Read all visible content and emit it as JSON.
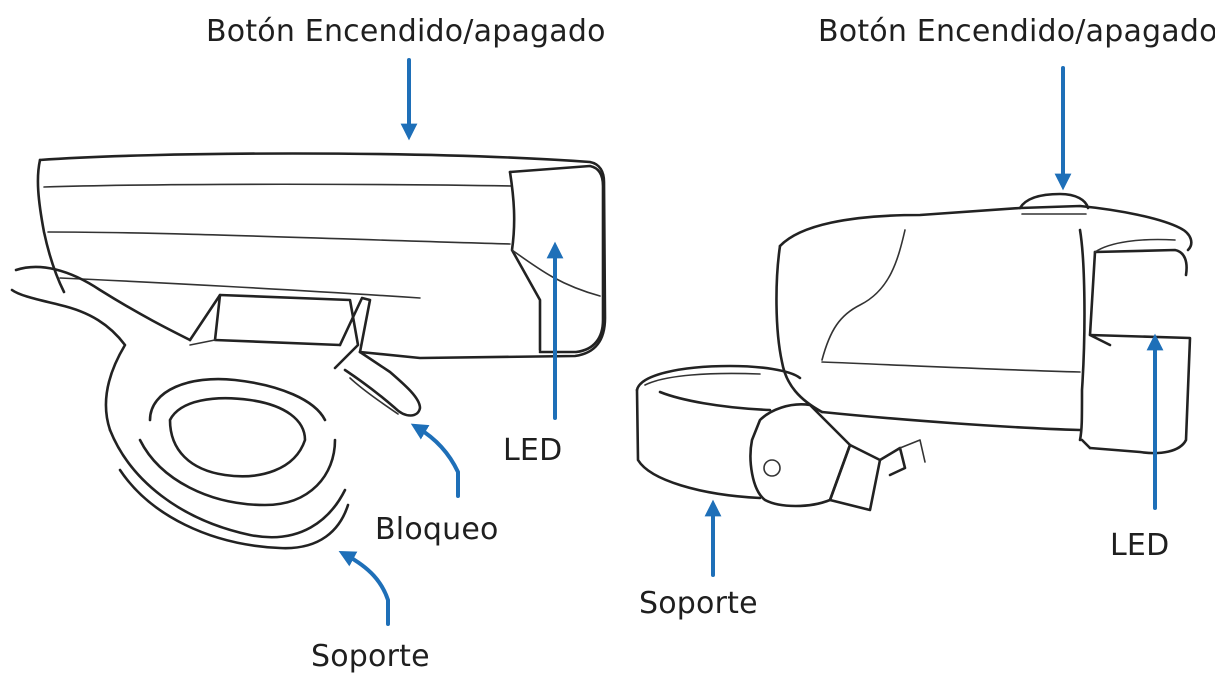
{
  "labels": {
    "power_button_left": "Botón Encendido/apagado",
    "power_button_right": "Botón Encendido/apagado",
    "led_left": "LED",
    "led_right": "LED",
    "lock": "Bloqueo",
    "mount_left": "Soporte",
    "mount_right": "Soporte"
  },
  "colors": {
    "arrow": "#1e6fb8",
    "outline": "#222222",
    "text": "#1f1f1f",
    "background": "#ffffff"
  }
}
